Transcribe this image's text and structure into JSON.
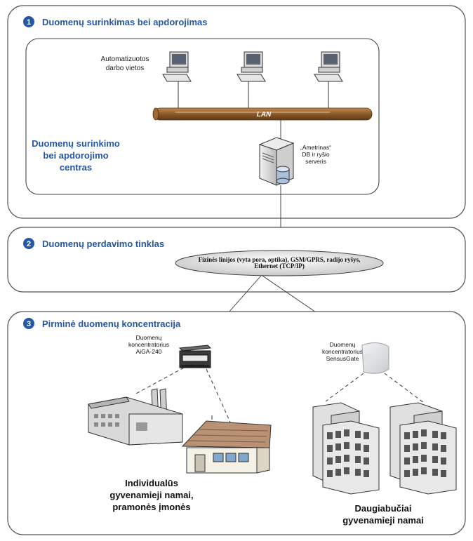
{
  "sections": [
    {
      "number": "1",
      "title": "Duomenų surinkimas bei apdorojimas"
    },
    {
      "number": "2",
      "title": "Duomenų perdavimo tinklas"
    },
    {
      "number": "3",
      "title": "Pirminė duomenų koncentracija"
    }
  ],
  "center": {
    "workstations_label": [
      "Automatizuotos",
      "darbo vietos"
    ],
    "lan_label": "LAN",
    "server_label": [
      "„Ametrinas“",
      "DB ir ryšio",
      "serveris"
    ],
    "center_title": [
      "Duomenų surinkimo",
      "bei apdorojimo",
      "centras"
    ]
  },
  "network": {
    "lines": [
      "Fizinės linijos (vyta pora, optika), GSM/GPRS, radijo ryšys,",
      "Ethernet (TCP/IP)"
    ]
  },
  "concentration": {
    "aiga_label": [
      "Duomenų",
      "koncentratorius",
      "AiGA-240"
    ],
    "aiga_device_text": "AiGA-240",
    "sensus_label": [
      "Duomenų",
      "koncentratorius",
      "SensusGate"
    ],
    "left_group_label": [
      "Individualūs",
      "gyvenamieji namai,",
      "pramonės įmonės"
    ],
    "right_group_label": [
      "Daugiabučiai",
      "gyvenamieji namai"
    ]
  },
  "colors": {
    "section_blue": "#2358a8",
    "lan_pipe": "#8b5a2b",
    "panel_border": "#666666"
  }
}
